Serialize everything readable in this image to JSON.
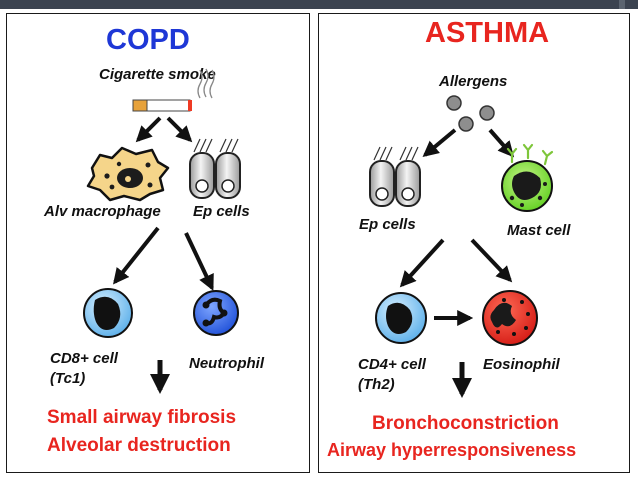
{
  "copd": {
    "title": "COPD",
    "trigger": "Cigarette smoke",
    "cell_1": "Alv macrophage",
    "cell_2": "Ep cells",
    "cell_3_line1": "CD8+ cell",
    "cell_3_line2": "(Tc1)",
    "cell_4": "Neutrophil",
    "outcome_1": "Small airway fibrosis",
    "outcome_2": "Alveolar destruction"
  },
  "asthma": {
    "title": "ASTHMA",
    "trigger": "Allergens",
    "cell_1": "Ep cells",
    "cell_2": "Mast cell",
    "cell_3_line1": "CD4+ cell",
    "cell_3_line2": "(Th2)",
    "cell_4": "Eosinophil",
    "outcome_1": "Bronchoconstriction",
    "outcome_2": "Airway hyperresponsiveness"
  },
  "colors": {
    "title_copd": "#1e37d6",
    "title_asthma": "#e8251f",
    "outcome": "#e8251f",
    "macrophage": "#f5d58a",
    "mast_cell": "#8fe33b",
    "eosinophil": "#e8251f",
    "lymphocyte": "#6ab8ef",
    "neutrophil": "#2f68e6"
  }
}
